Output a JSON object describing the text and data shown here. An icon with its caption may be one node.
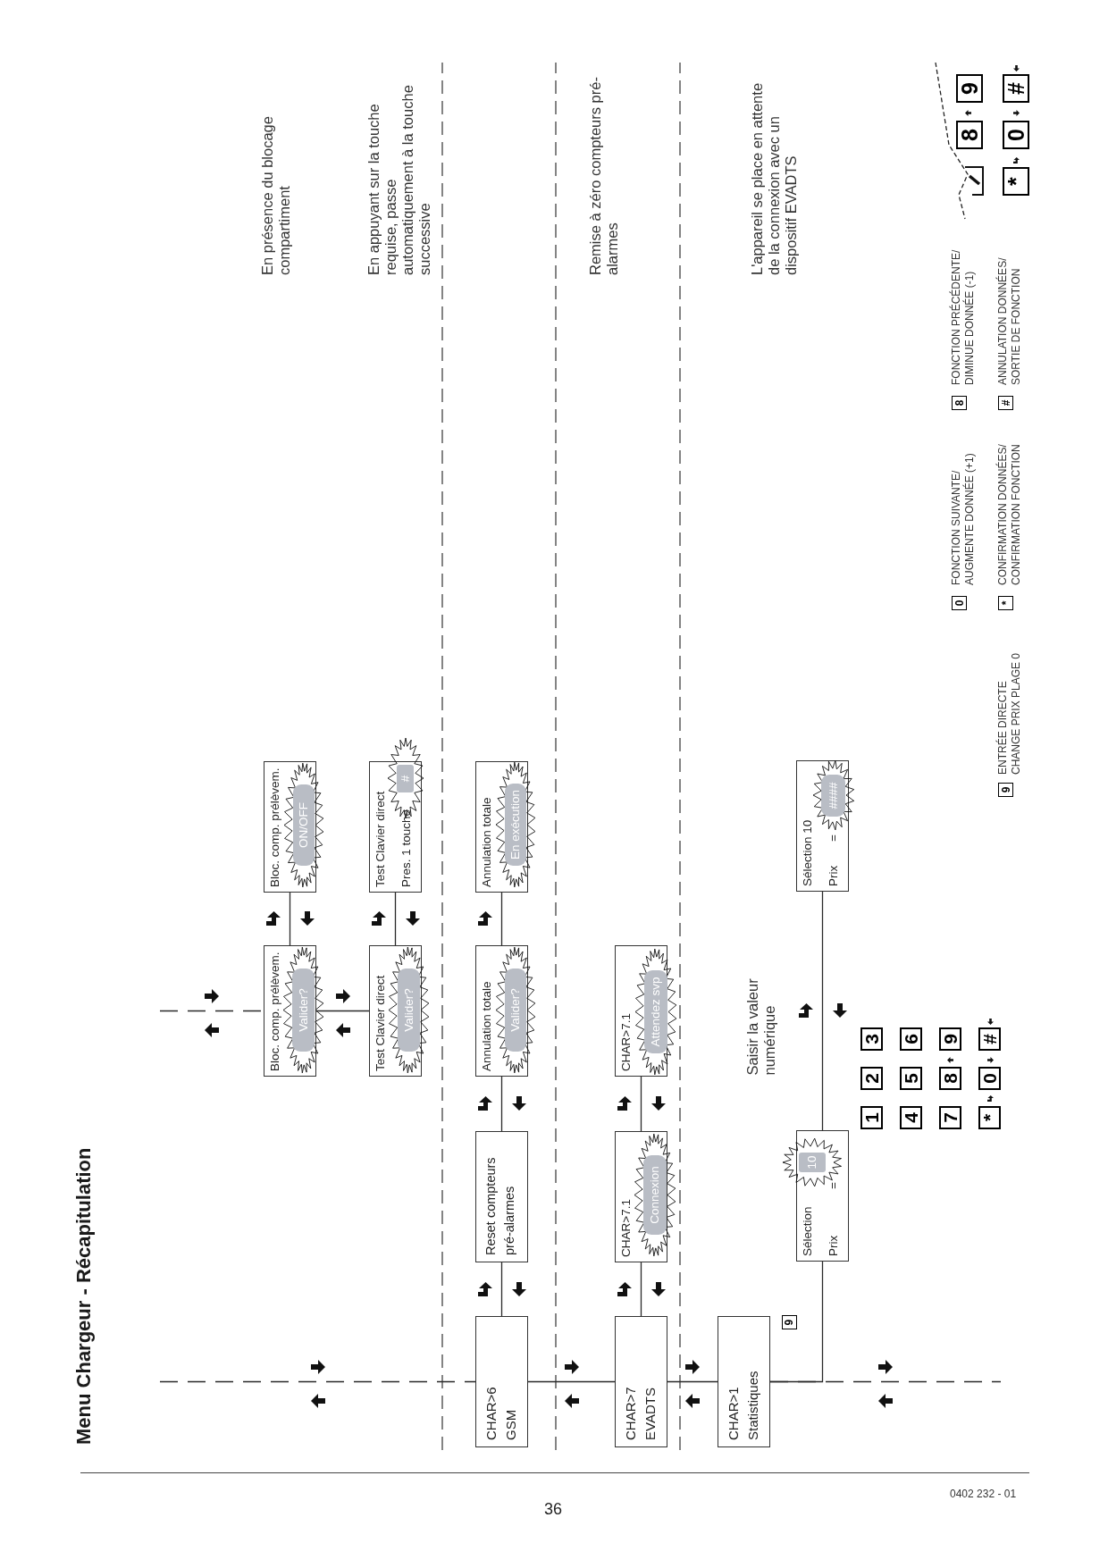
{
  "diagram": {
    "title": "Menu Chargeur - Récapitulation",
    "nodes": [
      {
        "text": [
          "Bloc. comp. prélèvem.",
          "Valider?"
        ]
      },
      {
        "text": [
          "Bloc. comp. prélèvem.",
          "ON/OFF"
        ]
      },
      {
        "text": [
          "Test Clavier direct",
          "Valider?"
        ]
      },
      {
        "text": [
          "Test Clavier direct",
          "Pres. 1 touche",
          "#"
        ]
      },
      {
        "text": [
          "CHAR>6",
          "GSM"
        ]
      },
      {
        "text": [
          "Reset compteurs pré-alarmes"
        ]
      },
      {
        "text": [
          "Annulation totale",
          "Valider?"
        ]
      },
      {
        "text": [
          "Annulation totale",
          "En exécution"
        ]
      },
      {
        "text": [
          "CHAR>7",
          "EVADTS"
        ]
      },
      {
        "text": [
          "CHAR>7.1",
          "Connexion"
        ]
      },
      {
        "text": [
          "CHAR>7.1",
          "Attendez svp"
        ]
      },
      {
        "text": [
          "CHAR>1",
          "Statistiques"
        ]
      },
      {
        "text": [
          "Sélection",
          "10",
          "Prix",
          "="
        ]
      },
      {
        "text": [
          "Sélection 10",
          "Prix",
          "=",
          "####"
        ]
      }
    ],
    "edges": [
      {
        "from": null,
        "to": 0,
        "arrow": "none",
        "style": "dashed"
      },
      {
        "from": 0,
        "to": 1,
        "arrow": "none"
      },
      {
        "from": 0,
        "to": 2,
        "arrow": "none"
      },
      {
        "from": 2,
        "to": 3,
        "arrow": "none"
      },
      {
        "from": null,
        "to": 4,
        "arrow": "none",
        "style": "dashed"
      },
      {
        "from": 4,
        "to": 5,
        "arrow": "none"
      },
      {
        "from": 5,
        "to": 6,
        "arrow": "none"
      },
      {
        "from": 6,
        "to": 7,
        "arrow": "none"
      },
      {
        "from": 4,
        "to": 8,
        "arrow": "none"
      },
      {
        "from": 8,
        "to": 9,
        "arrow": "none"
      },
      {
        "from": 9,
        "to": 10,
        "arrow": "none"
      },
      {
        "from": 8,
        "to": 11,
        "arrow": "none"
      },
      {
        "from": 11,
        "to": null,
        "arrow": "none",
        "style": "dashed"
      },
      {
        "from": 11,
        "to": 12,
        "arrow": "none",
        "label": "9"
      },
      {
        "from": 12,
        "to": 13,
        "arrow": "none",
        "label": "Saisir la valeur numérique"
      }
    ],
    "labels": [
      "En présence du blocage compartiment",
      "En appuyant sur la touche requise, passe automatiquement à la touche successive",
      "Remise à zéro compteurs pré-alarmes",
      "L'appareil se place en attente de la connexion avec un dispositif EVADTS",
      "1",
      "2",
      "3",
      "4",
      "5",
      "6",
      "7",
      "8",
      "9",
      "*",
      "0",
      "#",
      "0",
      "FONCTION SUIVANTE/ AUGMENTE DONNÉE (+1)",
      "8",
      "FONCTION PRÉCÉDENTE/ DIMINUE DONNÉE (-1)",
      "8",
      "9",
      "9",
      "ENTRÉE DIRECTE CHANGE PRIX PLAGE 0",
      "*",
      "CONFIRMATION DONNÉES/ CONFIRMATION FONCTION",
      "#",
      "ANNULATION DONNÉES/ SORTIE DE FONCTION",
      "*",
      "0",
      "#",
      "36",
      "0402 232 - 01"
    ]
  }
}
